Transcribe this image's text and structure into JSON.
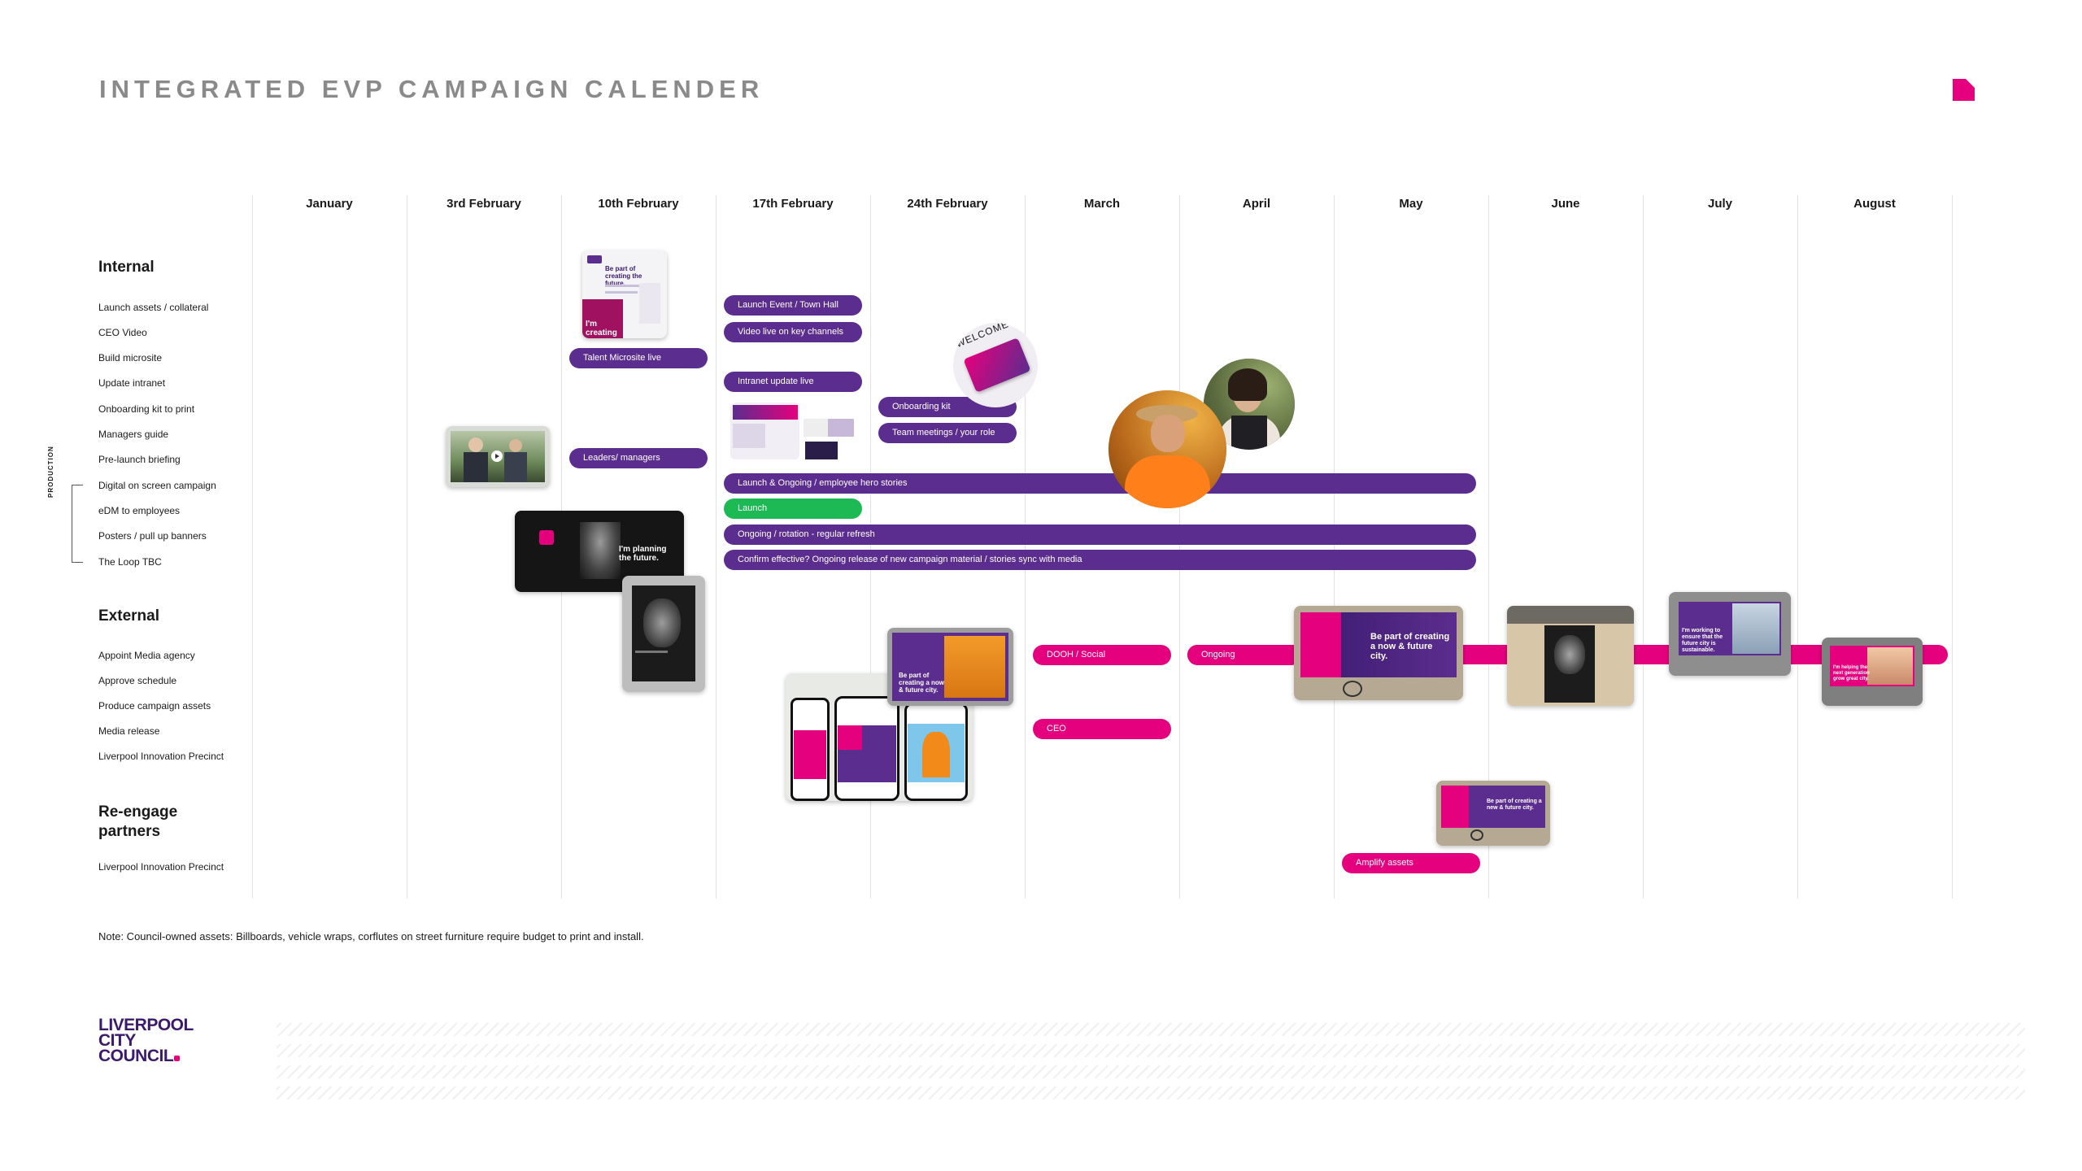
{
  "title": "INTEGRATED EVP CAMPAIGN CALENDER",
  "colors": {
    "purple": "#5b2d8e",
    "green": "#1db954",
    "magenta": "#e5007e",
    "title_grey": "#8a8a8a"
  },
  "months": [
    "January",
    "3rd February",
    "10th February",
    "17th February",
    "24th February",
    "March",
    "April",
    "May",
    "June",
    "July",
    "August"
  ],
  "sections": {
    "internal": "Internal",
    "external": "External",
    "reengage_line1": "Re-engage",
    "reengage_line2": "partners"
  },
  "internal_rows": [
    "Launch assets / collateral",
    "CEO Video",
    "Build microsite",
    "Update intranet",
    "Onboarding kit to print",
    "Managers guide",
    "Pre-launch briefing",
    "Digital on screen campaign",
    "eDM to employees",
    "Posters / pull up banners",
    "The Loop TBC"
  ],
  "production_label": "PRODUCTION",
  "external_rows": [
    "Appoint Media agency",
    "Approve schedule",
    "Produce campaign assets",
    "Media release",
    "Liverpool Innovation Precinct"
  ],
  "reengage_rows": [
    "Liverpool Innovation Precinct"
  ],
  "bars": {
    "launch_event": "Launch Event / Town Hall",
    "video_live": "Video live on key channels",
    "talent_microsite": "Talent Microsite live",
    "intranet_update": "Intranet update live",
    "onboarding_kit": "Onboarding kit",
    "team_meetings": "Team meetings / your role",
    "leaders_managers": "Leaders/ managers",
    "launch_ongoing": "Launch & Ongoing / employee hero stories",
    "launch": "Launch",
    "ongoing_rotation": "Ongoing / rotation - regular refresh",
    "confirm_effective": "Confirm effective? Ongoing release of new campaign material / stories sync with media",
    "dooh_social": "DOOH / Social",
    "ongoing": "Ongoing",
    "ceo": "CEO",
    "amplify_assets": "Amplify assets"
  },
  "thumbs": {
    "microsite_headline": "Be part of creating the future.",
    "microsite_tag": "I'm creating",
    "welcome": "WELCOME",
    "billboard_planning": "I'm planning the future.",
    "bus_shelter_1": "Be part of creating a now & future city.",
    "social_post": "Be part of creating a now & future city.",
    "small_billboard": "Be part of creating a new & future city.",
    "screen_working": "I'm working to ensure that the future city is sustainable.",
    "screen_helping": "I'm helping the next generation grow great city."
  },
  "note": "Note: Council-owned assets: Billboards, vehicle wraps, corflutes on street furniture require budget to print and install.",
  "logo": {
    "line1": "LIVERPOOL",
    "line2": "CITY",
    "line3": "COUNCIL"
  }
}
